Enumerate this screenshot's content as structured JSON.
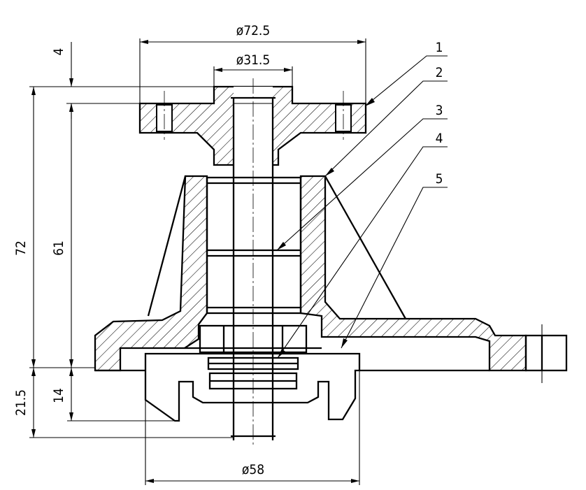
{
  "dimensions": {
    "top_outer_diameter": "ø72.5",
    "top_hub_diameter": "ø31.5",
    "flange_thickness": "4",
    "overall_height": "72",
    "body_height": "61",
    "lower_height": "21.5",
    "impeller_height": "14",
    "impeller_diameter": "ø58"
  },
  "callouts": [
    "1",
    "2",
    "3",
    "4",
    "5"
  ]
}
